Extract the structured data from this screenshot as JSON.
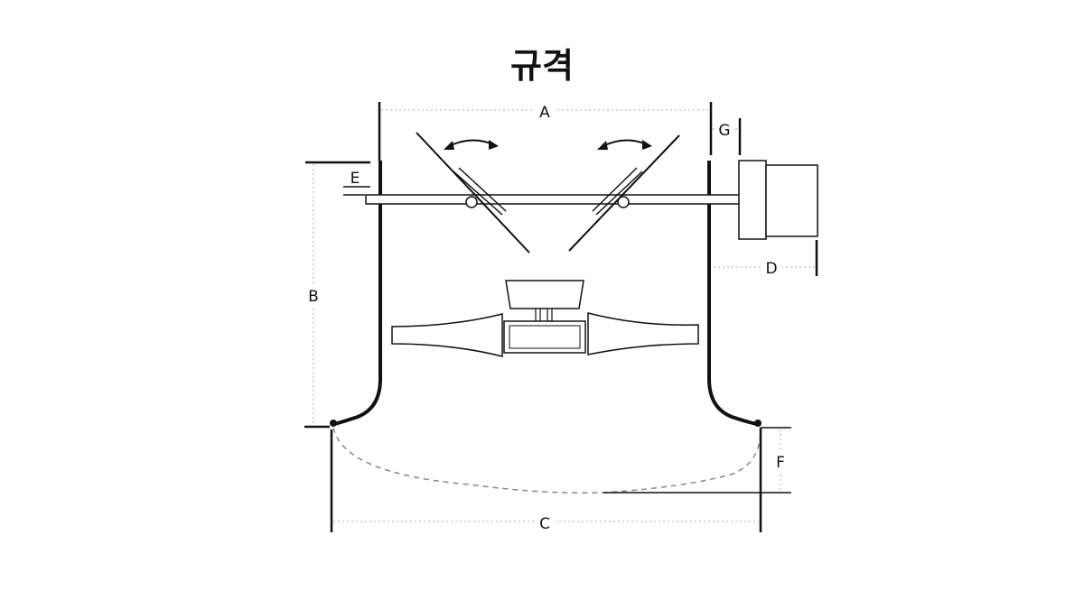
{
  "title": "규격",
  "labels": {
    "a": "A",
    "b": "B",
    "c": "C",
    "d": "D",
    "e": "E",
    "f": "F",
    "g": "G"
  }
}
